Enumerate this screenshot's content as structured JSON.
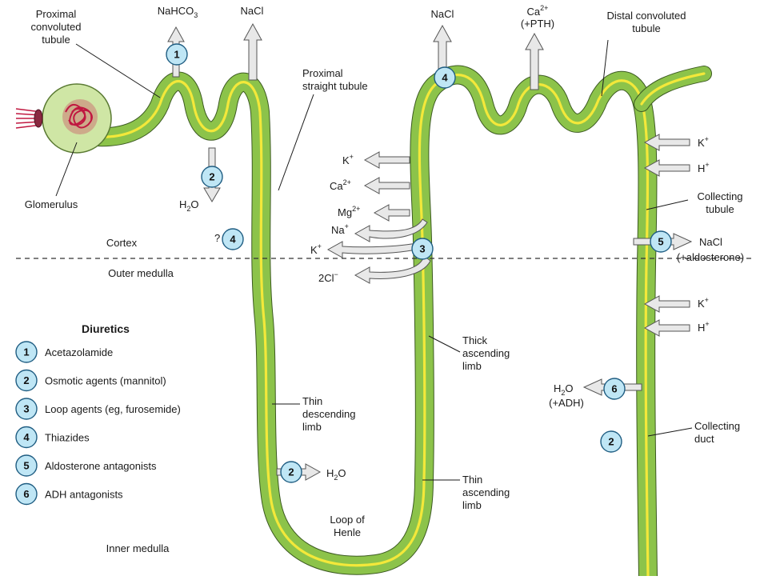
{
  "labels": {
    "pct": "Proximal\nconvoluted\ntubule",
    "nahco3": "NaHCO3",
    "nacl_top": "NaCl",
    "nacl_top2": "NaCl",
    "ca_top": "Ca2+",
    "pth": "(+PTH)",
    "dct": "Distal convoluted\ntubule",
    "pst": "Proximal\nstraight tubule",
    "glomerulus": "Glomerulus",
    "h2o_pct": "H2O",
    "cortex": "Cortex",
    "q": "?",
    "outer_medulla": "Outer medulla",
    "inner_medulla": "Inner medulla",
    "k1": "K+",
    "ca2": "Ca2+",
    "mg2": "Mg2+",
    "na3": "Na+",
    "k3": "K+",
    "cl3": "2Cl−",
    "k_ct": "K+",
    "h_ct": "H+",
    "collecting_tubule": "Collecting\ntubule",
    "nacl_aldo": "NaCl",
    "aldo": "(+aldosterone)",
    "k_cd": "K+",
    "h_cd": "H+",
    "thick_asc": "Thick\nascending\nlimb",
    "thin_desc": "Thin\ndescending\nlimb",
    "h2o_adh": "H2O",
    "adh": "(+ADH)",
    "h2o_loop": "H2O",
    "thin_asc": "Thin\nascending\nlimb",
    "collecting_duct": "Collecting\nduct",
    "loop": "Loop of\nHenle"
  },
  "legend": {
    "title": "Diuretics",
    "items": [
      {
        "num": "1",
        "label": "Acetazolamide"
      },
      {
        "num": "2",
        "label": "Osmotic agents (mannitol)"
      },
      {
        "num": "3",
        "label": "Loop agents (eg, furosemide)"
      },
      {
        "num": "4",
        "label": "Thiazides"
      },
      {
        "num": "5",
        "label": "Aldosterone antagonists"
      },
      {
        "num": "6",
        "label": "ADH antagonists"
      }
    ]
  },
  "badges": {
    "b1": "1",
    "b2a": "2",
    "b4a": "4",
    "b4b": "4",
    "b3": "3",
    "b5": "5",
    "b6": "6",
    "b2b": "2",
    "b2c": "2"
  }
}
